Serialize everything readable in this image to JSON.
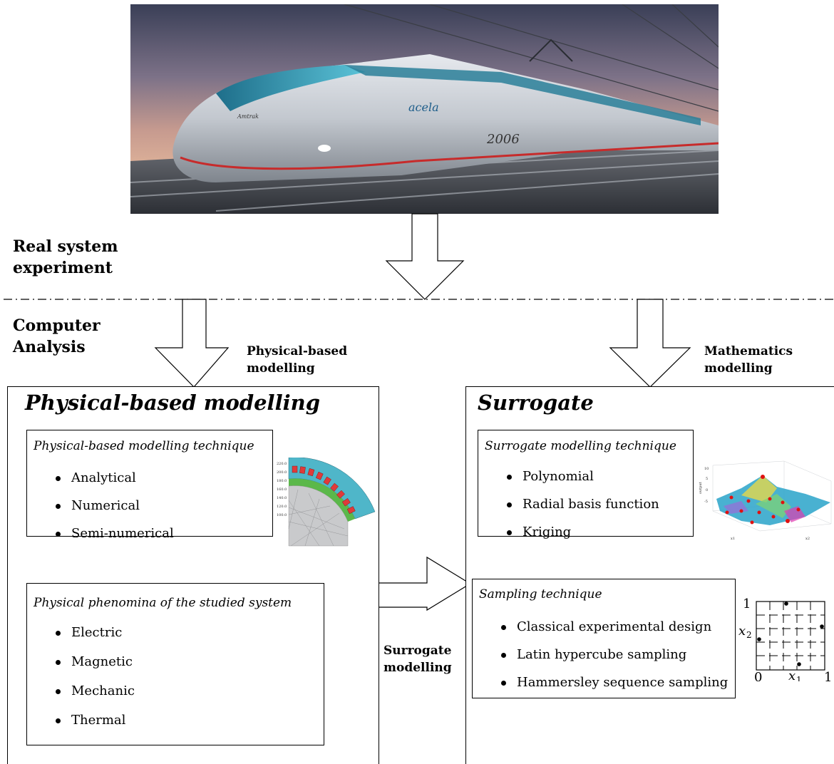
{
  "top_image": {
    "train_text_1": "acela",
    "train_text_2": "2006",
    "train_text_3": "Amtrak"
  },
  "labels": {
    "real_system": [
      "Real system",
      "experiment"
    ],
    "computer_analysis": [
      "Computer",
      "Analysis"
    ],
    "physical_arrow": [
      "Physical-based",
      "modelling"
    ],
    "math_arrow": [
      "Mathematics",
      "modelling"
    ],
    "surrogate_arrow": [
      "Surrogate",
      "modelling"
    ]
  },
  "left_panel": {
    "title": "Physical-based modelling",
    "technique_box": {
      "title": "Physical-based modelling technique",
      "items": [
        "Analytical",
        "Numerical",
        "Semi-numerical"
      ]
    },
    "phenomena_box": {
      "title": "Physical phenomina of the studied system",
      "items": [
        "Electric",
        "Magnetic",
        "Mechanic",
        "Thermal"
      ]
    },
    "fem_ticks": [
      "220.0",
      "200.0",
      "180.0",
      "160.0",
      "140.0",
      "120.0",
      "100.0"
    ]
  },
  "right_panel": {
    "title": "Surrogate",
    "technique_box": {
      "title": "Surrogate modelling technique",
      "items": [
        "Polynomial",
        "Radial basis function",
        "Kriging"
      ]
    },
    "sampling_box": {
      "title": "Sampling technique",
      "items": [
        "Classical experimental design",
        "Latin hypercube sampling",
        "Hammersley sequence sampling"
      ]
    },
    "surface_plot": {
      "zlabel": "output",
      "zticks": [
        "10",
        "5",
        "0",
        "-5"
      ],
      "xlabel": "x1",
      "ylabel": "x2"
    },
    "grid_plot": {
      "y_top": "1",
      "y_label": "x",
      "y_sub": "2",
      "x_left": "0",
      "x_label": "x",
      "x_sub": "1",
      "x_right": "1"
    }
  },
  "colors": {
    "surface_blue": "#29a3c9",
    "sample_red": "#e01010",
    "fem_teal": "#4fb6c9",
    "fem_green": "#5bb84a",
    "fem_magnet": "#e03a3a"
  }
}
